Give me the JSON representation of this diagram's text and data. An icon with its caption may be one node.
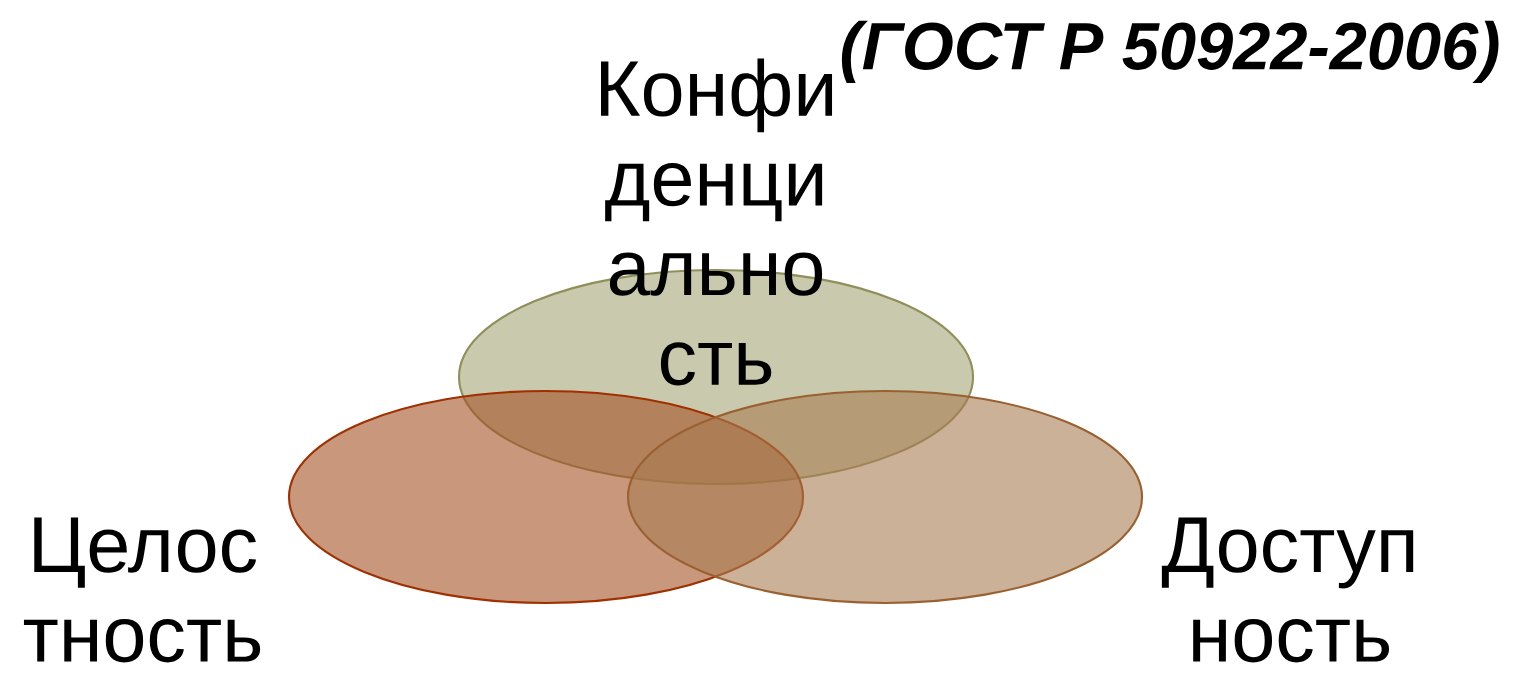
{
  "diagram": {
    "title": "(ГОСТ Р 50922-2006)",
    "nodes": [
      {
        "text": [],
        "shape": "ellipse",
        "beside": [
          "Конфи денци ально сть"
        ]
      },
      {
        "text": [],
        "shape": "ellipse",
        "beside": [
          "Целос тность"
        ]
      },
      {
        "text": [],
        "shape": "ellipse",
        "beside": [
          "Доступ ность"
        ]
      }
    ]
  }
}
